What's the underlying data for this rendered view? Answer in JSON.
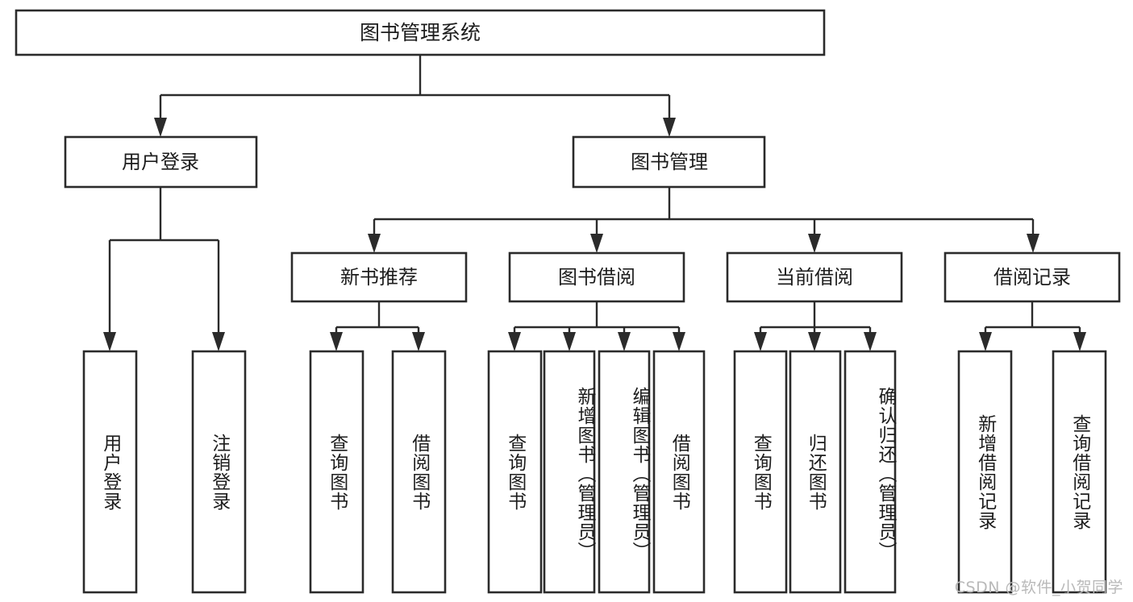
{
  "diagram": {
    "type": "tree",
    "title": "图书管理系统",
    "watermark": "CSDN @软件_小贺同学",
    "colors": {
      "box_stroke": "#2b2b2b",
      "box_fill": "#ffffff",
      "text": "#1d1d1d",
      "connector": "#2b2b2b",
      "watermark": "#b9b9b9",
      "background": "#ffffff"
    },
    "levels": {
      "root": {
        "label": "图书管理系统"
      },
      "level2": [
        {
          "label": "用户登录"
        },
        {
          "label": "图书管理"
        }
      ],
      "level3": [
        {
          "label": "新书推荐"
        },
        {
          "label": "图书借阅"
        },
        {
          "label": "当前借阅"
        },
        {
          "label": "借阅记录"
        }
      ],
      "leaves": [
        {
          "label": "用户登录",
          "parent": "用户登录"
        },
        {
          "label": "注销登录",
          "parent": "用户登录"
        },
        {
          "label": "查询图书",
          "parent": "新书推荐"
        },
        {
          "label": "借阅图书",
          "parent": "新书推荐"
        },
        {
          "label": "查询图书",
          "parent": "图书借阅"
        },
        {
          "label": "新增图书（管理员）",
          "parent": "图书借阅"
        },
        {
          "label": "编辑图书（管理员）",
          "parent": "图书借阅"
        },
        {
          "label": "借阅图书",
          "parent": "图书借阅"
        },
        {
          "label": "查询图书",
          "parent": "当前借阅"
        },
        {
          "label": "归还图书",
          "parent": "当前借阅"
        },
        {
          "label": "确认归还（管理员）",
          "parent": "当前借阅"
        },
        {
          "label": "新增借阅记录",
          "parent": "借阅记录"
        },
        {
          "label": "查询借阅记录",
          "parent": "借阅记录"
        }
      ]
    }
  }
}
